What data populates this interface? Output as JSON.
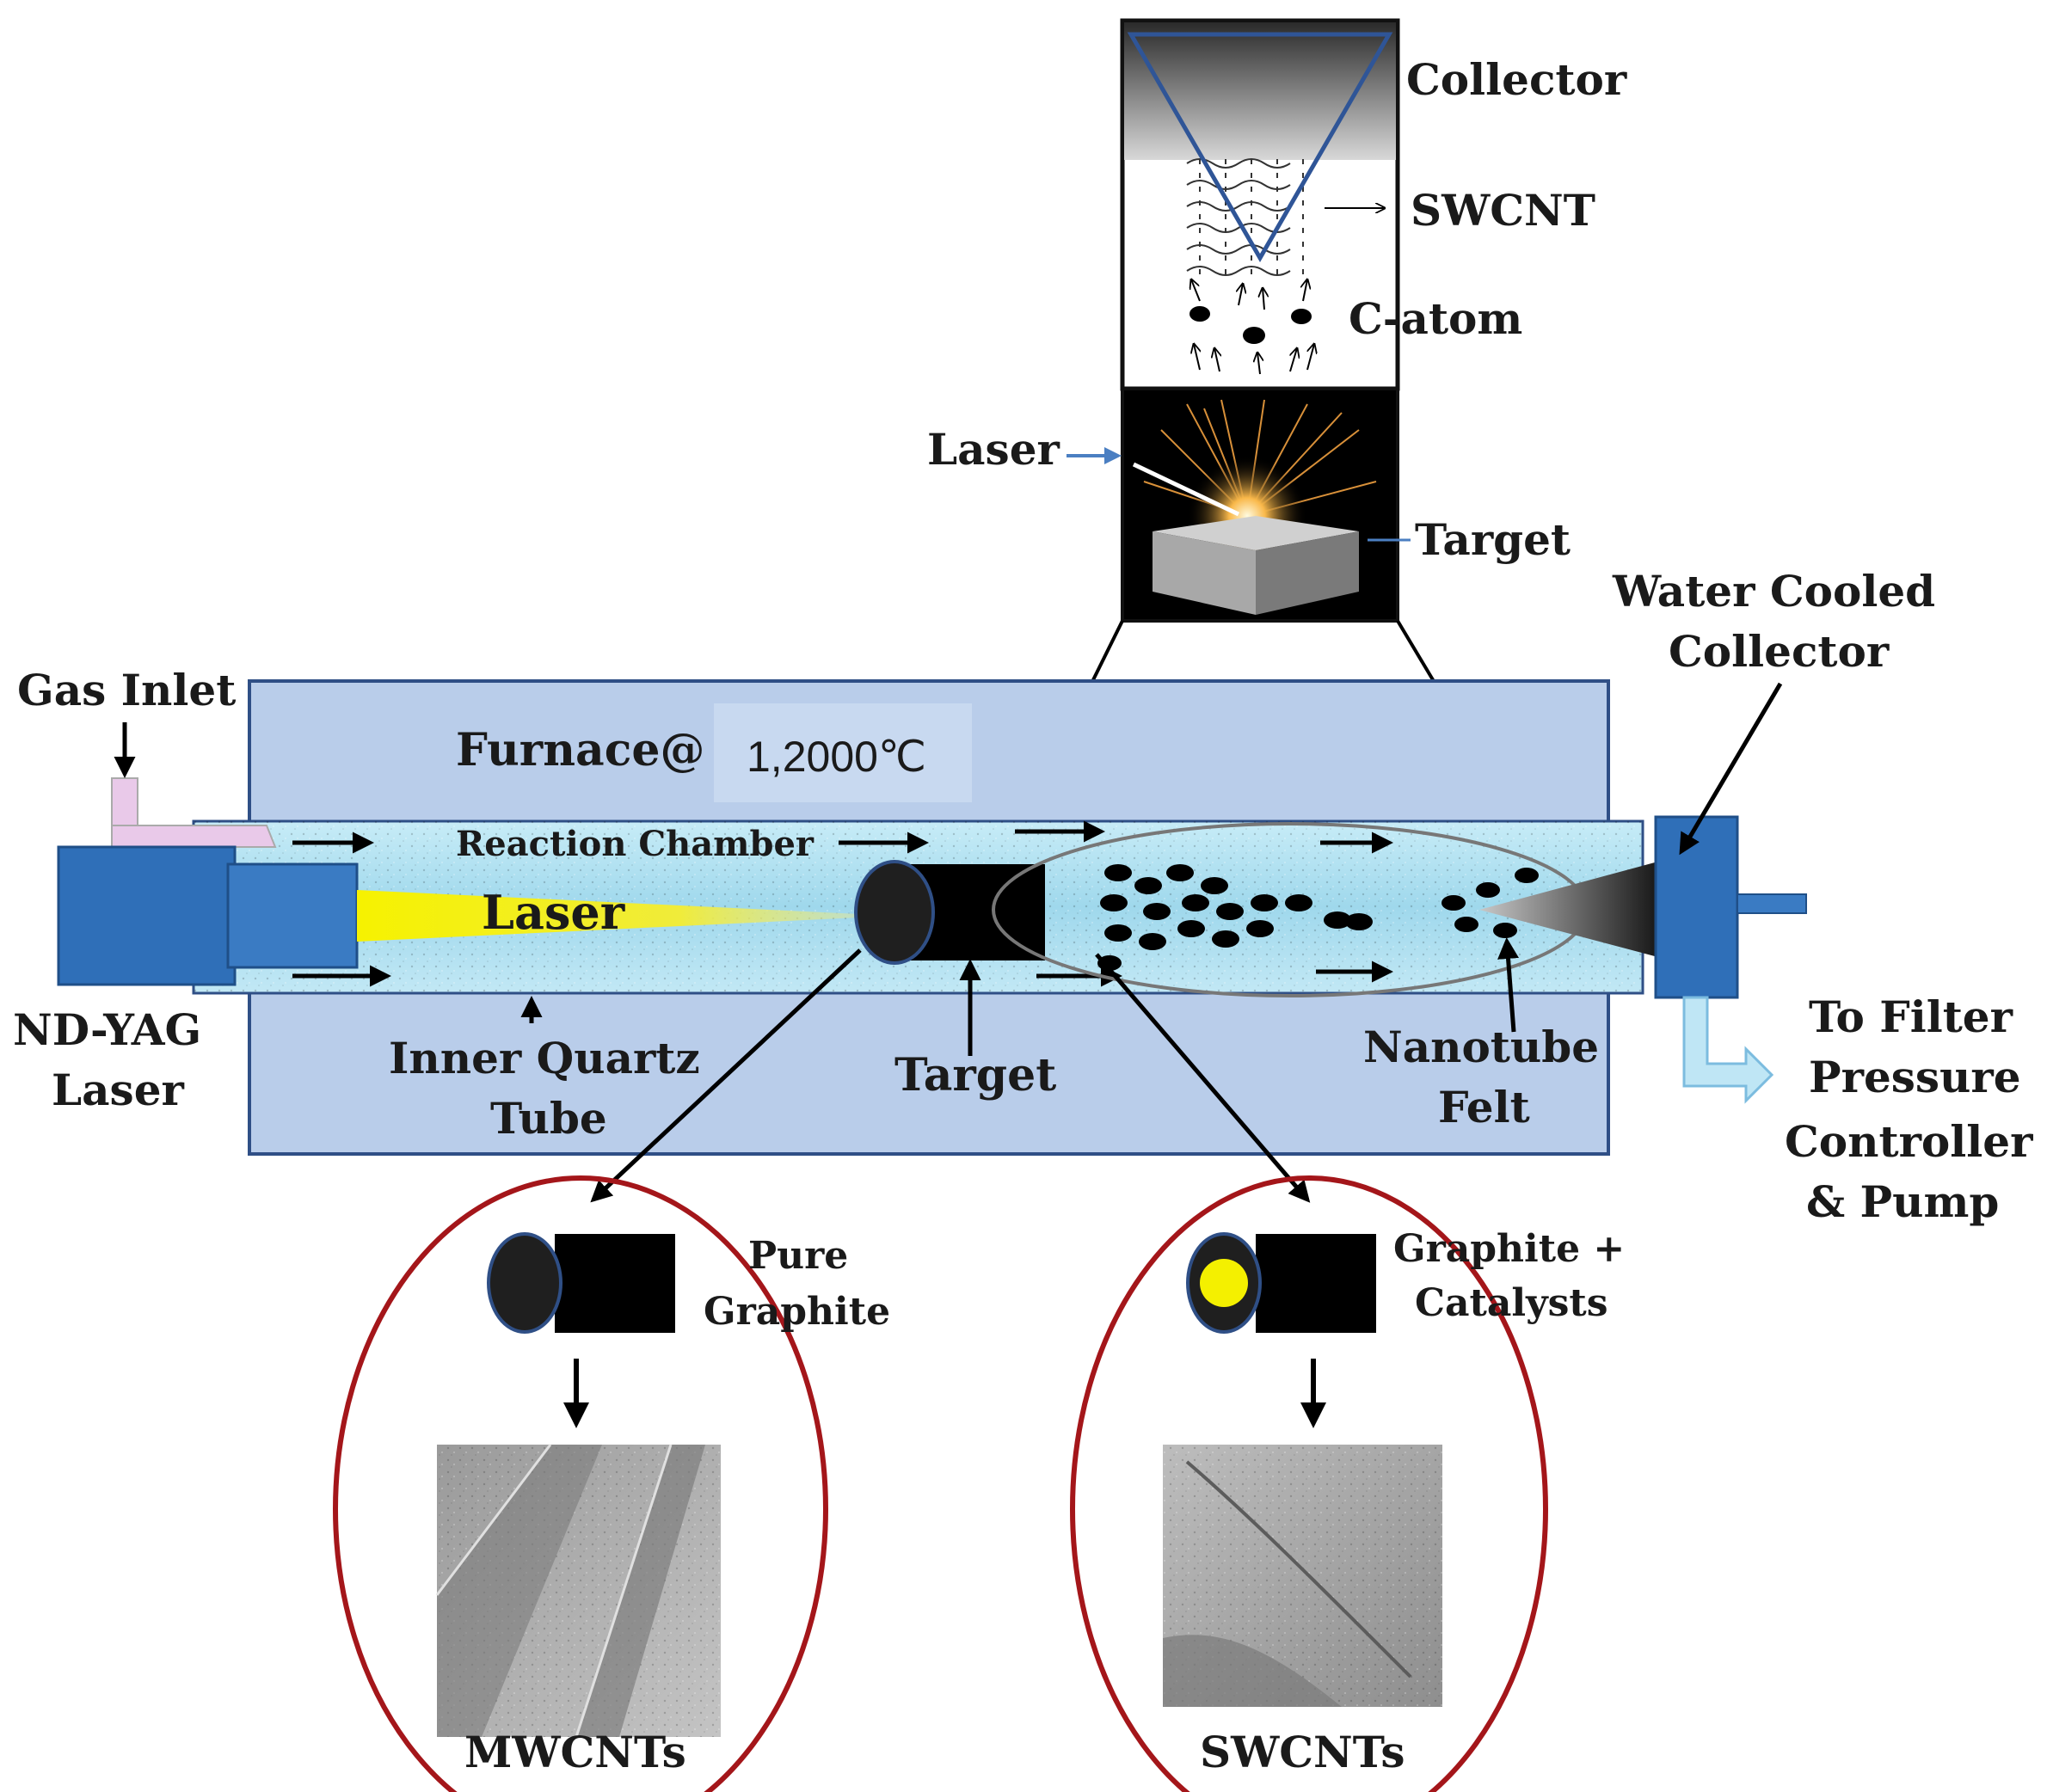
{
  "labels": {
    "collector": "Collector",
    "swcnt": "SWCNT",
    "c_atom": "C-atom",
    "laser_top": "Laser",
    "target_top": "Target",
    "water_cooled_1": "Water Cooled",
    "water_cooled_2": "Collector",
    "gas_inlet": "Gas Inlet",
    "furnace": "Furnace@",
    "temperature": "1,2000℃",
    "reaction_chamber": "Reaction Chamber",
    "laser_beam": "Laser",
    "nd_yag_1": "ND-YAG",
    "nd_yag_2": "Laser",
    "inner_quartz_1": "Inner Quartz",
    "inner_quartz_2": "Tube",
    "target_main": "Target",
    "nanotube_felt_1": "Nanotube",
    "nanotube_felt_2": "Felt",
    "to_filter_1": "To Filter",
    "to_filter_2": "Pressure",
    "to_filter_3": "Controller",
    "to_filter_4": "& Pump",
    "pure_graphite_1": "Pure",
    "pure_graphite_2": "Graphite",
    "graphite_cat_1": "Graphite +",
    "graphite_cat_2": "Catalysts",
    "mwcnts": "MWCNTs",
    "swcnts": "SWCNTs"
  },
  "colors": {
    "furnace_fill": "#b9cdea",
    "furnace_border": "#2f4f86",
    "quartz_fill": "#a9dcef",
    "laser_blue": "#2f6fb8",
    "laser_beam": "#f4f000",
    "ellipse_red": "#a4161a",
    "catalyst_yellow": "#f4f000"
  }
}
